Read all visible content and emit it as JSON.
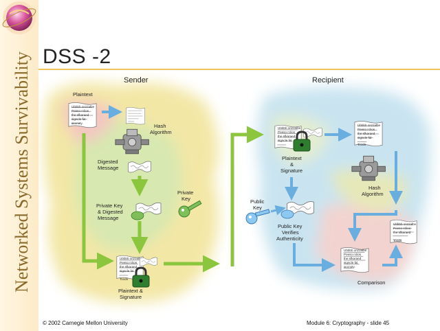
{
  "sidebar": {
    "text": "Networked Systems Survivability"
  },
  "slide": {
    "title": "DSS -2"
  },
  "diagram": {
    "sender_header": "Sender",
    "recipient_header": "Recipient",
    "plaintext_label": "Plaintext",
    "hash_algorithm_label_1": "Hash",
    "hash_algorithm_label_2": "Algorithm",
    "digested_message_label_1": "Digested",
    "digested_message_label_2": "Message",
    "private_key_label_1": "Private",
    "private_key_label_2": "Key",
    "private_key_digest_label_1": "Private Key",
    "private_key_digest_label_2": "& Digested",
    "private_key_digest_label_3": "Message",
    "sender_plaintext_signature_1": "Plaintext &",
    "sender_plaintext_signature_2": "Signature",
    "recipient_plaintext_signature_1": "Plaintext",
    "recipient_plaintext_signature_2": "&",
    "recipient_plaintext_signature_3": "Signature",
    "public_key_label_1": "Public",
    "public_key_label_2": "Key",
    "verify_label_1": "Public Key",
    "verify_label_2": "Verifies",
    "verify_label_3": "Authenticity",
    "recipient_hash_label_1": "Hash",
    "recipient_hash_label_2": "Algorithm",
    "comparison_label": "Comparison",
    "doc_lines": [
      "Ubbbb onzzalbe",
      "Peeso rclios",
      "the sfkaraed",
      "signcle fal",
      "accnoty.",
      "Toods"
    ]
  },
  "footer": {
    "copyright": "© 2002 Carnegie Mellon University",
    "slide_ref": "Module 6:  Cryptography - slide 45"
  },
  "colors": {
    "accent": "#f0c35a",
    "sidebar_text": "#8a6a2a",
    "sender_arrow": "#8cc63f",
    "recipient_arrow": "#6aaee0"
  }
}
